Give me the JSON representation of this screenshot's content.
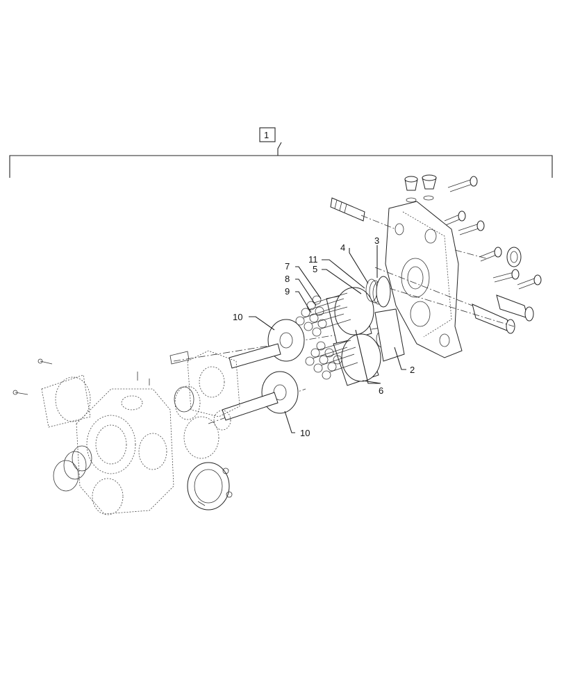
{
  "diagram": {
    "assembly_label": "1",
    "callouts": [
      {
        "id": "c2",
        "label": "2"
      },
      {
        "id": "c3",
        "label": "3"
      },
      {
        "id": "c4",
        "label": "4"
      },
      {
        "id": "c5",
        "label": "5"
      },
      {
        "id": "c6",
        "label": "6"
      },
      {
        "id": "c7",
        "label": "7"
      },
      {
        "id": "c8",
        "label": "8"
      },
      {
        "id": "c9",
        "label": "9"
      },
      {
        "id": "c10a",
        "label": "10"
      },
      {
        "id": "c10b",
        "label": "10"
      },
      {
        "id": "c11",
        "label": "11"
      }
    ]
  }
}
